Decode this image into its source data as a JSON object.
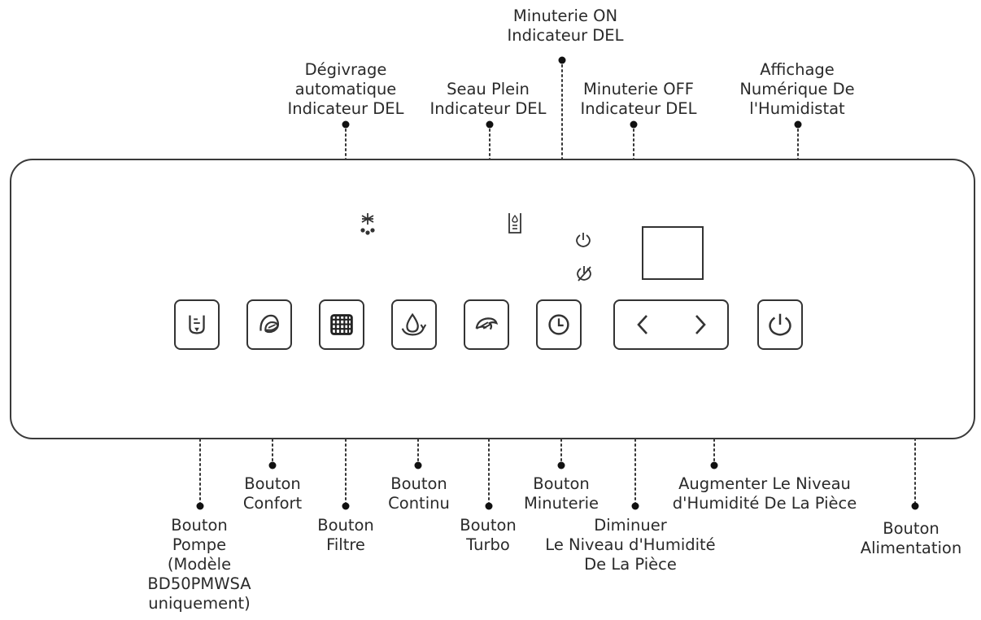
{
  "labels": {
    "defrost_led": "Dégivrage\nautomatique\nIndicateur DEL",
    "bucket_full_led": "Seau Plein\nIndicateur DEL",
    "timer_on_led": "Minuterie ON\nIndicateur DEL",
    "timer_off_led": "Minuterie OFF\nIndicateur DEL",
    "humidistat_display": "Affichage\nNumérique De\nl'Humidistat",
    "pump_button": "Bouton\nPompe\n(Modèle\nBD50PMWSA\nuniquement)",
    "comfort_button": "Bouton\nConfort",
    "filter_button": "Bouton\nFiltre",
    "continuous_button": "Bouton\nContinu",
    "turbo_button": "Bouton\nTurbo",
    "timer_button": "Bouton\nMinuterie",
    "decrease_humidity": "Diminuer\nLe Niveau d'Humidité\nDe La Pièce",
    "increase_humidity": "Augmenter Le Niveau\nd'Humidité De La Pièce",
    "power_button": "Bouton\nAlimentation"
  },
  "icons": {
    "pump": "pump-icon",
    "comfort": "comfort-icon",
    "filter": "filter-grid-icon",
    "continuous": "water-drop-cycle-icon",
    "turbo": "turbo-fan-icon",
    "timer": "clock-icon",
    "left": "chevron-left-icon",
    "right": "chevron-right-icon",
    "power": "power-icon",
    "defrost": "snowflake-drops-icon",
    "bucket": "bucket-icon",
    "timer_on": "power-small-icon",
    "timer_off": "power-off-small-icon"
  },
  "colors": {
    "line": "#333333",
    "dot": "#111111"
  }
}
